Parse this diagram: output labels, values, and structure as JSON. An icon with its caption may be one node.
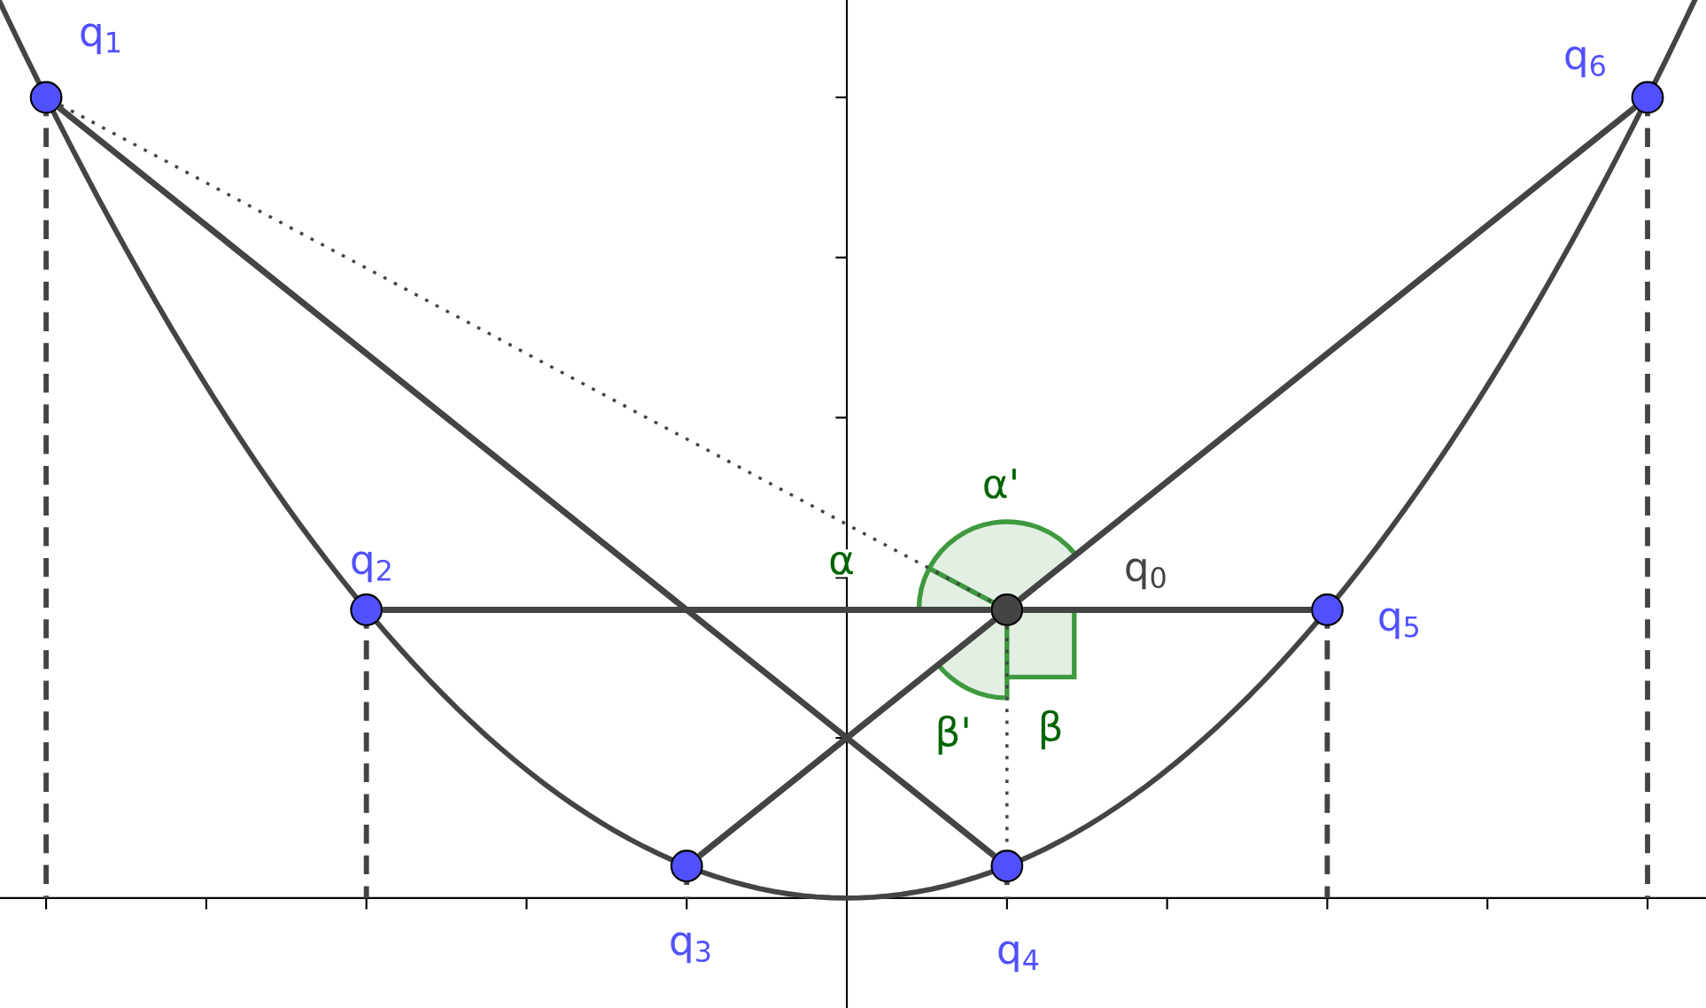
{
  "diagram": {
    "nodes": [
      {
        "text": [],
        "shape": "circle",
        "beside": [
          "q$_{1}$"
        ]
      },
      {
        "text": [],
        "shape": "circle",
        "beside": [
          "q$_{6}$"
        ]
      },
      {
        "text": [],
        "shape": "circle",
        "beside": [
          "q$_{2}$"
        ]
      },
      {
        "text": [],
        "shape": "circle",
        "beside": [
          "q$_{0}$"
        ]
      },
      {
        "text": [],
        "shape": "circle",
        "beside": [
          "q$_{5}$"
        ]
      },
      {
        "text": [],
        "shape": "circle",
        "beside": [
          "q$_{3}$"
        ]
      },
      {
        "text": [],
        "shape": "circle",
        "beside": [
          "q$_{4}$"
        ]
      }
    ],
    "edges": [
      {
        "from": 0,
        "to": 6,
        "arrow": "none"
      },
      {
        "from": 1,
        "to": 3,
        "arrow": "none"
      },
      {
        "from": 3,
        "to": 5,
        "arrow": "none"
      },
      {
        "from": 2,
        "to": 3,
        "arrow": "none"
      },
      {
        "from": 3,
        "to": 4,
        "arrow": "none"
      },
      {
        "from": 0,
        "to": 3,
        "arrow": "none",
        "style": "dashed"
      },
      {
        "from": 3,
        "to": 6,
        "arrow": "none",
        "style": "dashed"
      }
    ],
    "labels": [
      "α'",
      "α",
      "β'",
      "β"
    ]
  }
}
